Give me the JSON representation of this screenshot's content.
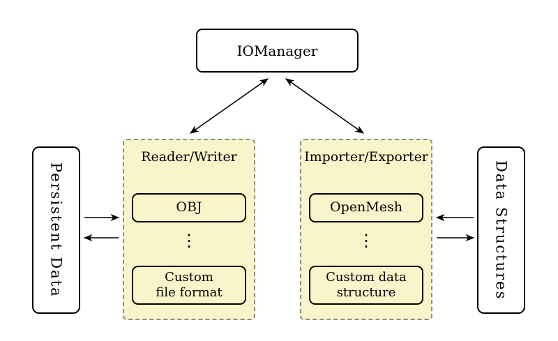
{
  "diagram": {
    "iomanager": {
      "label": "IOManager"
    },
    "persistent_data": {
      "label": "Persistent Data"
    },
    "data_structures": {
      "label": "Data Structures"
    },
    "reader_writer": {
      "title": "Reader/Writer",
      "item_top": "OBJ",
      "dots": "⋮",
      "item_bottom_line1": "Custom",
      "item_bottom_line2": "file format"
    },
    "importer_exporter": {
      "title": "Importer/Exporter",
      "item_top": "OpenMesh",
      "dots": "⋮",
      "item_bottom_line1": "Custom data",
      "item_bottom_line2": "structure"
    },
    "colors": {
      "group_fill": "#FAF4CB",
      "group_border": "#8F8D7E",
      "box_border": "#000000",
      "background": "#FFFFFF"
    },
    "arrows": [
      {
        "name": "iomanager-readerwriter",
        "type": "double-headed"
      },
      {
        "name": "iomanager-importerexporter",
        "type": "double-headed"
      },
      {
        "name": "persistentdata-to-readerwriter",
        "type": "right"
      },
      {
        "name": "readerwriter-to-persistentdata",
        "type": "left"
      },
      {
        "name": "datastructures-to-importerexporter",
        "type": "left"
      },
      {
        "name": "importerexporter-to-datastructures",
        "type": "right"
      }
    ]
  }
}
